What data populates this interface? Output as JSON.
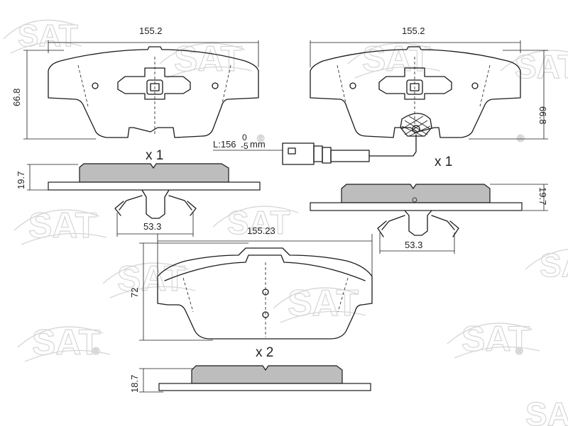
{
  "watermark": {
    "brand": "SAT",
    "trademark": "®"
  },
  "front_left": {
    "width_label": "155.2",
    "height_label": "66.8",
    "quantity": "x 1"
  },
  "front_right": {
    "width_label": "155.2",
    "height_label": "66.8",
    "quantity": "x 1"
  },
  "sensor": {
    "length_label": "L:156",
    "tol_upper": "0",
    "tol_lower": "-5",
    "unit": "mm"
  },
  "side_left": {
    "thickness_label": "19.7",
    "clip_label": "53.3"
  },
  "side_right": {
    "thickness_label": "19.7",
    "clip_label": "53.3"
  },
  "rear": {
    "width_label": "155.23",
    "height_label": "72",
    "quantity": "x 2",
    "thickness_label": "18.7"
  }
}
